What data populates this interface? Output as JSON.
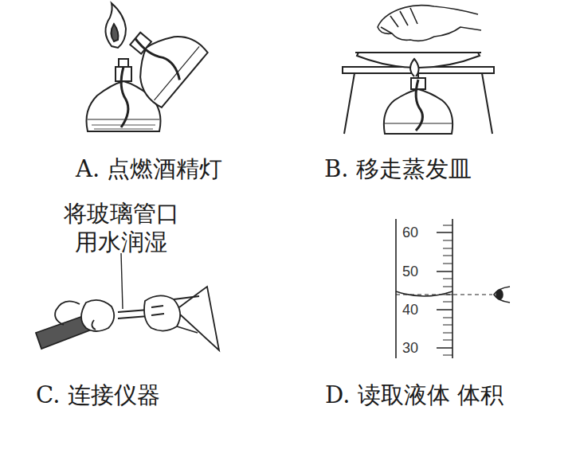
{
  "diagram": {
    "labels": [
      "A. 点燃酒精灯",
      "B. 移走蒸发皿",
      "将玻璃管口 用水润湿",
      "C. 连接仪器",
      "D. 读取液体 体积",
      "60",
      "50",
      "40",
      "30"
    ]
  }
}
